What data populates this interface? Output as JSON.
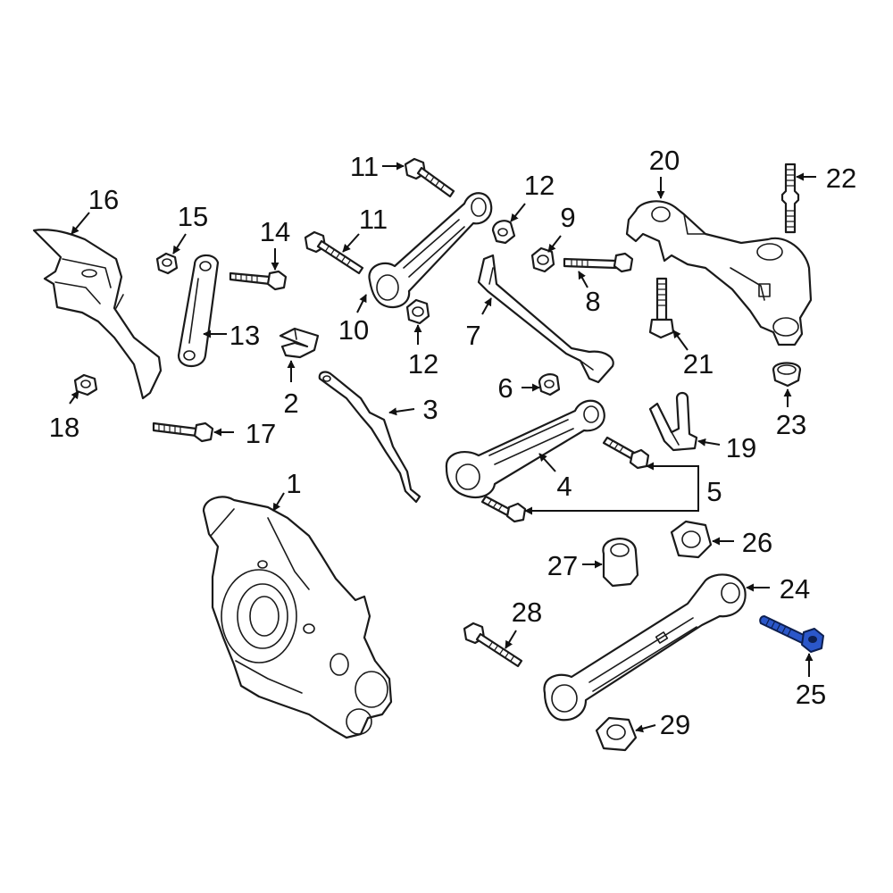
{
  "callouts": [
    {
      "id": "c1",
      "label": "1"
    },
    {
      "id": "c2",
      "label": "2"
    },
    {
      "id": "c3",
      "label": "3"
    },
    {
      "id": "c4",
      "label": "4"
    },
    {
      "id": "c5",
      "label": "5"
    },
    {
      "id": "c6",
      "label": "6"
    },
    {
      "id": "c7",
      "label": "7"
    },
    {
      "id": "c8",
      "label": "8"
    },
    {
      "id": "c9",
      "label": "9"
    },
    {
      "id": "c10",
      "label": "10"
    },
    {
      "id": "c11a",
      "label": "11"
    },
    {
      "id": "c11b",
      "label": "11"
    },
    {
      "id": "c12a",
      "label": "12"
    },
    {
      "id": "c12b",
      "label": "12"
    },
    {
      "id": "c13",
      "label": "13"
    },
    {
      "id": "c14",
      "label": "14"
    },
    {
      "id": "c15",
      "label": "15"
    },
    {
      "id": "c16",
      "label": "16"
    },
    {
      "id": "c17",
      "label": "17"
    },
    {
      "id": "c18",
      "label": "18"
    },
    {
      "id": "c19",
      "label": "19"
    },
    {
      "id": "c20",
      "label": "20"
    },
    {
      "id": "c21",
      "label": "21"
    },
    {
      "id": "c22",
      "label": "22"
    },
    {
      "id": "c23",
      "label": "23"
    },
    {
      "id": "c24",
      "label": "24"
    },
    {
      "id": "c25",
      "label": "25"
    },
    {
      "id": "c26",
      "label": "26"
    },
    {
      "id": "c27",
      "label": "27"
    },
    {
      "id": "c28",
      "label": "28"
    },
    {
      "id": "c29",
      "label": "29"
    }
  ],
  "colors": {
    "line": "#1a1a1a",
    "highlight_part": "#2b57c9",
    "background": "#ffffff"
  },
  "highlighted_part": "25"
}
